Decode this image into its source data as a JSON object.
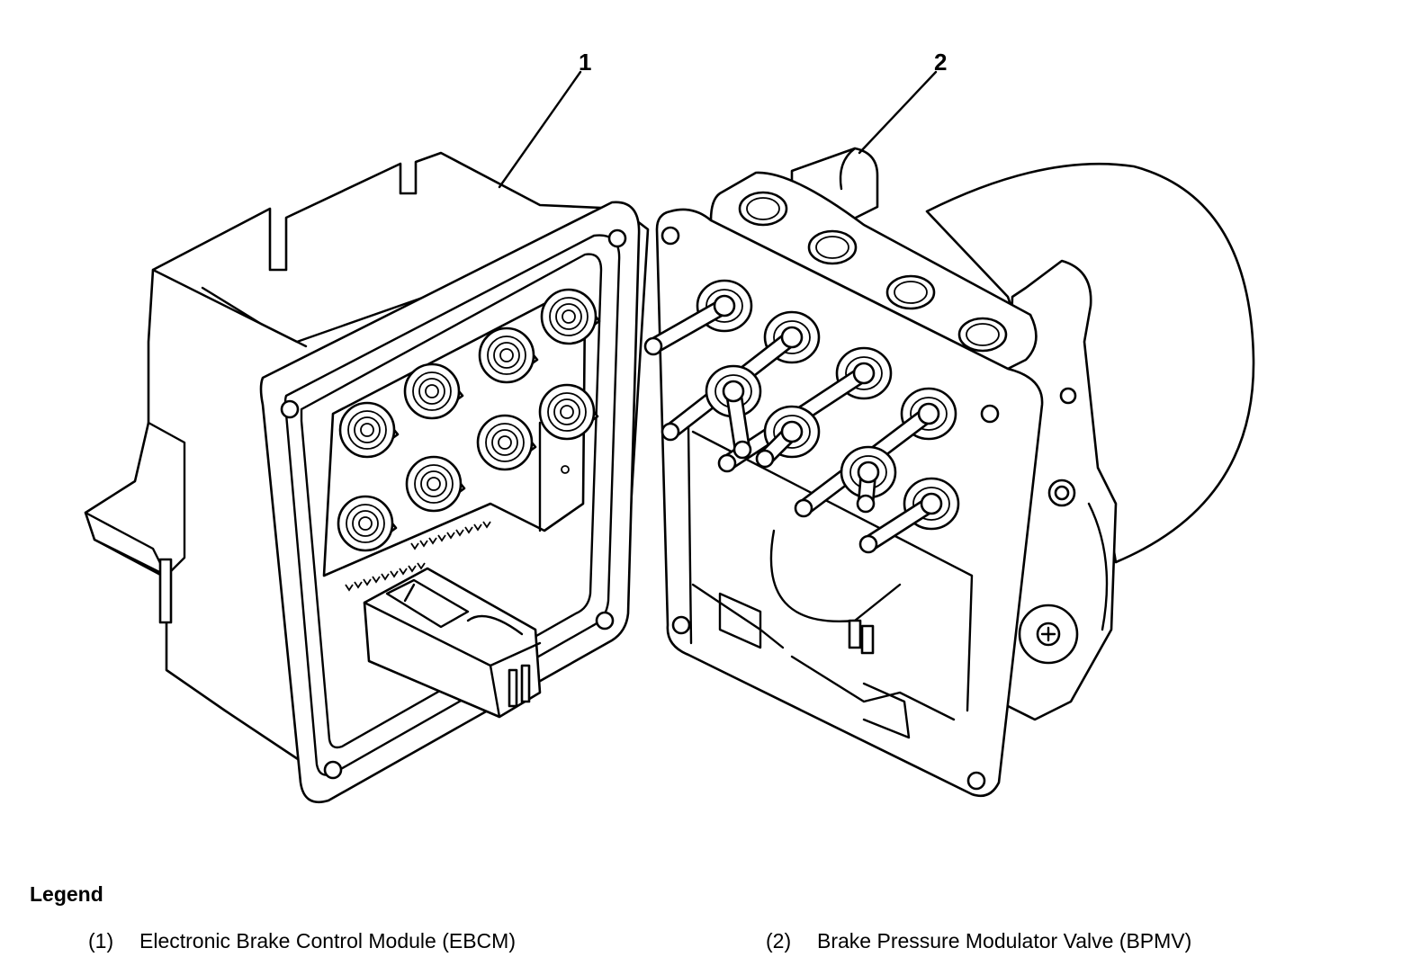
{
  "diagram": {
    "callouts": [
      {
        "id": "1",
        "label": "1"
      },
      {
        "id": "2",
        "label": "2"
      }
    ],
    "parts": [
      {
        "callout": "1",
        "name": "electronic-brake-control-module"
      },
      {
        "callout": "2",
        "name": "brake-pressure-modulator-valve"
      }
    ]
  },
  "legend": {
    "title": "Legend",
    "items": [
      {
        "number": "(1)",
        "label": "Electronic Brake Control Module (EBCM)"
      },
      {
        "number": "(2)",
        "label": "Brake Pressure Modulator Valve (BPMV)"
      }
    ]
  }
}
